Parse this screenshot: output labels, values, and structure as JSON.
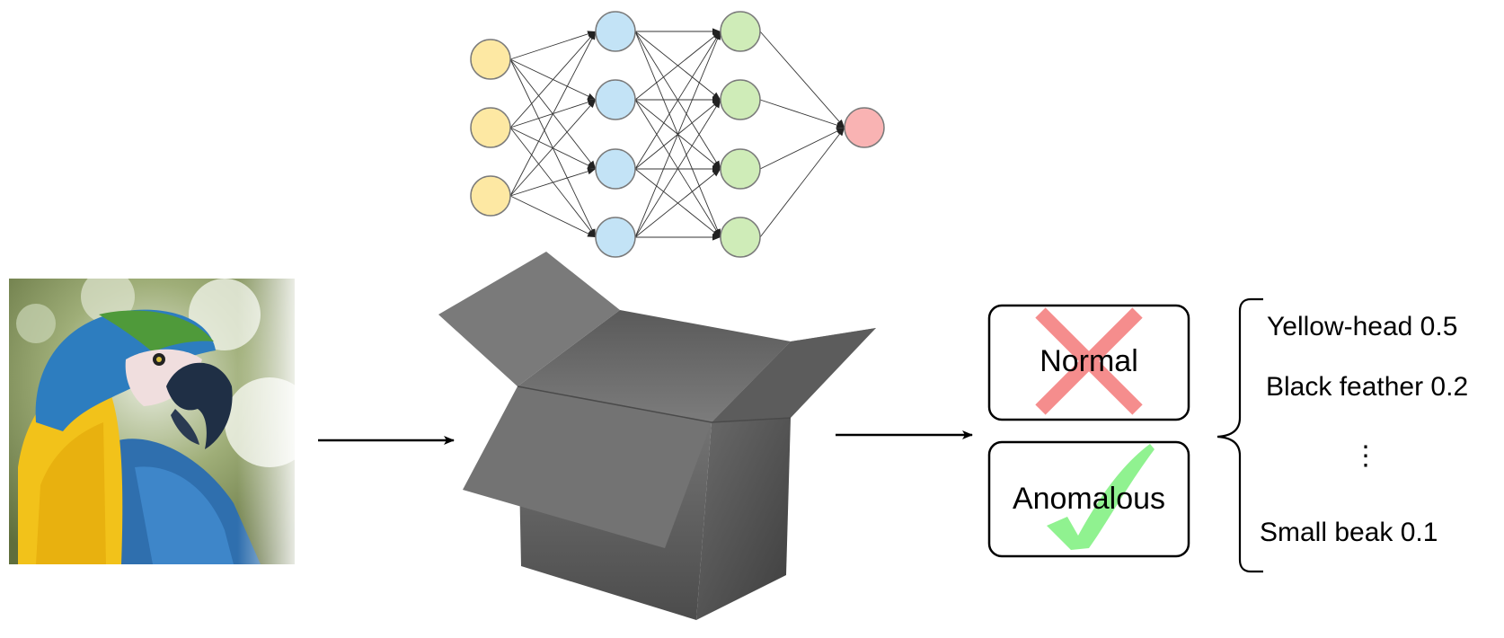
{
  "results": [
    {
      "label": "Normal",
      "status": "rejected"
    },
    {
      "label": "Anomalous",
      "status": "selected"
    }
  ],
  "features": [
    {
      "text": "Yellow-head 0.5"
    },
    {
      "text": "Black feather 0.2"
    },
    {
      "text": "⋮"
    },
    {
      "text": "Small beak 0.1"
    }
  ],
  "network": {
    "layers": [
      3,
      4,
      4,
      1
    ],
    "colors": {
      "input": "#fde8a3",
      "hidden1": "#c3e3f6",
      "hidden2": "#cfecb8",
      "output": "#f9b3b3",
      "stroke": "#7a7a7a"
    }
  },
  "colors": {
    "cross": "#f47a7a",
    "check": "#7cf07c",
    "box": "#6e6e6e"
  }
}
